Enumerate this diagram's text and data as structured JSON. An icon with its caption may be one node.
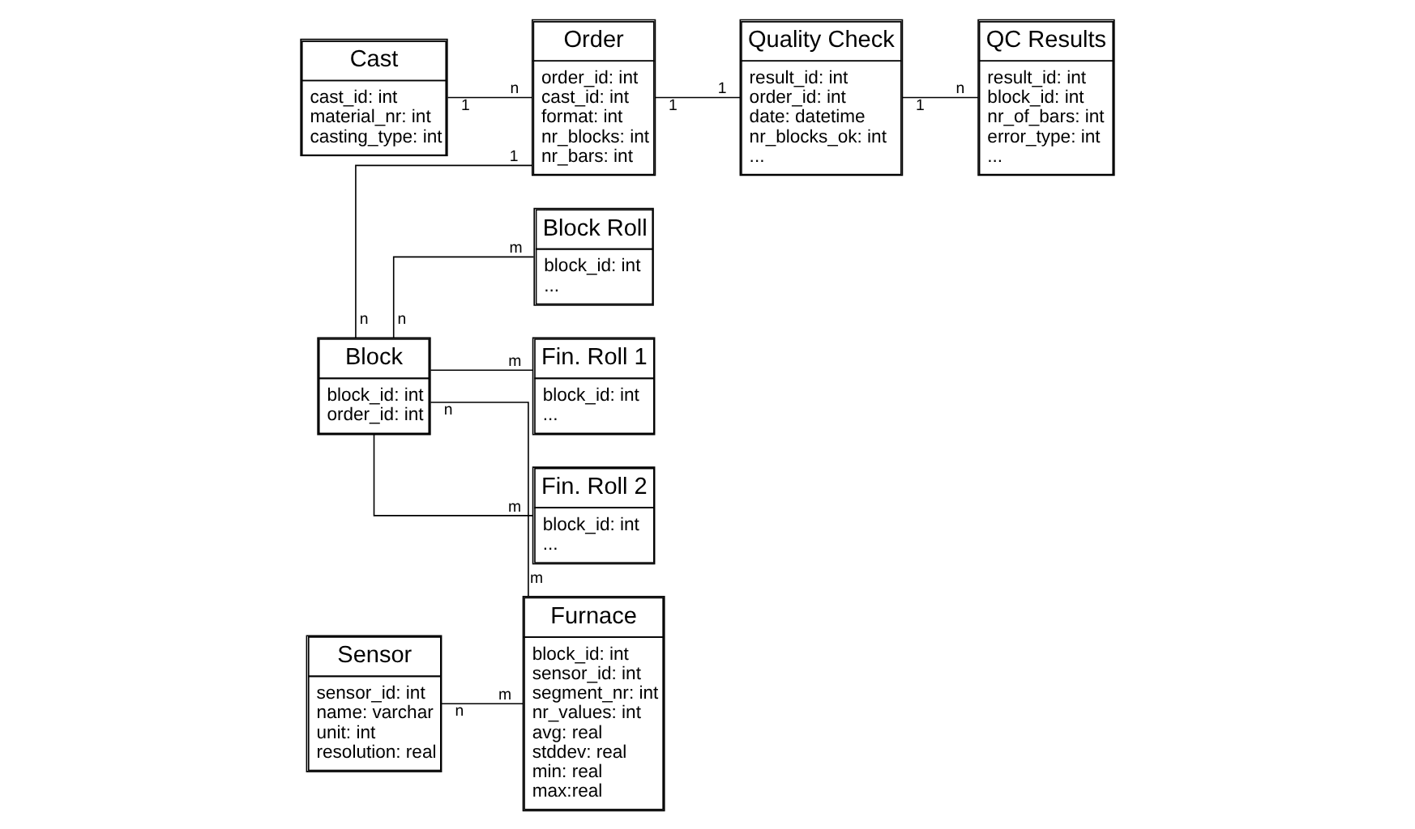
{
  "diagram": {
    "nodes": [
      {
        "text": [
          "Cast",
          "cast_id: int",
          "material_nr: int",
          "casting_type: int"
        ]
      },
      {
        "text": [
          "Order",
          "order_id: int",
          "cast_id: int",
          "format: int",
          "nr_blocks: int",
          "nr_bars: int"
        ]
      },
      {
        "text": [
          "Quality Check",
          "result_id: int",
          "order_id: int",
          "date: datetime",
          "nr_blocks_ok: int",
          "..."
        ]
      },
      {
        "text": [
          "Block",
          "block_id: int",
          "order_id: int"
        ]
      },
      {
        "text": [
          "Block Roll",
          "block_id: int",
          "..."
        ]
      },
      {
        "text": [
          "Sensor",
          "sensor_id: int",
          "name: varchar",
          "unit: int",
          "resolution: real"
        ]
      },
      {
        "text": [
          "Furnace",
          "block_id: int",
          "sensor_id: int",
          "segment_nr: int",
          "nr_values: int",
          "avg: real",
          "stddev: real",
          "min: real",
          "max:real"
        ]
      },
      {
        "text": [
          "Fin. Roll 1",
          "block_id: int",
          "..."
        ]
      },
      {
        "text": [
          "QC Results",
          "result_id: int",
          "block_id: int",
          "nr_of_bars: int",
          "error_type: int",
          "..."
        ]
      },
      {
        "text": [
          "Fin. Roll 2",
          "block_id: int",
          "..."
        ]
      }
    ],
    "edges": [
      {
        "from": 0,
        "to": 1,
        "arrow": "none"
      },
      {
        "from": 1,
        "to": 2,
        "arrow": "none"
      },
      {
        "from": 3,
        "to": 1,
        "arrow": "none"
      },
      {
        "from": 3,
        "to": 4,
        "arrow": "none"
      },
      {
        "from": 3,
        "to": 7,
        "arrow": "none"
      },
      {
        "from": 3,
        "to": 9,
        "arrow": "none"
      },
      {
        "from": 3,
        "to": 6,
        "arrow": "none"
      },
      {
        "from": 2,
        "to": 8,
        "arrow": "none"
      },
      {
        "from": 5,
        "to": 6,
        "arrow": "none"
      }
    ],
    "labels": [
      "1",
      "n",
      "1",
      "1",
      "n",
      "1",
      "n",
      "1",
      "n",
      "m",
      "m",
      "n",
      "n",
      "m",
      "m",
      "m"
    ]
  }
}
